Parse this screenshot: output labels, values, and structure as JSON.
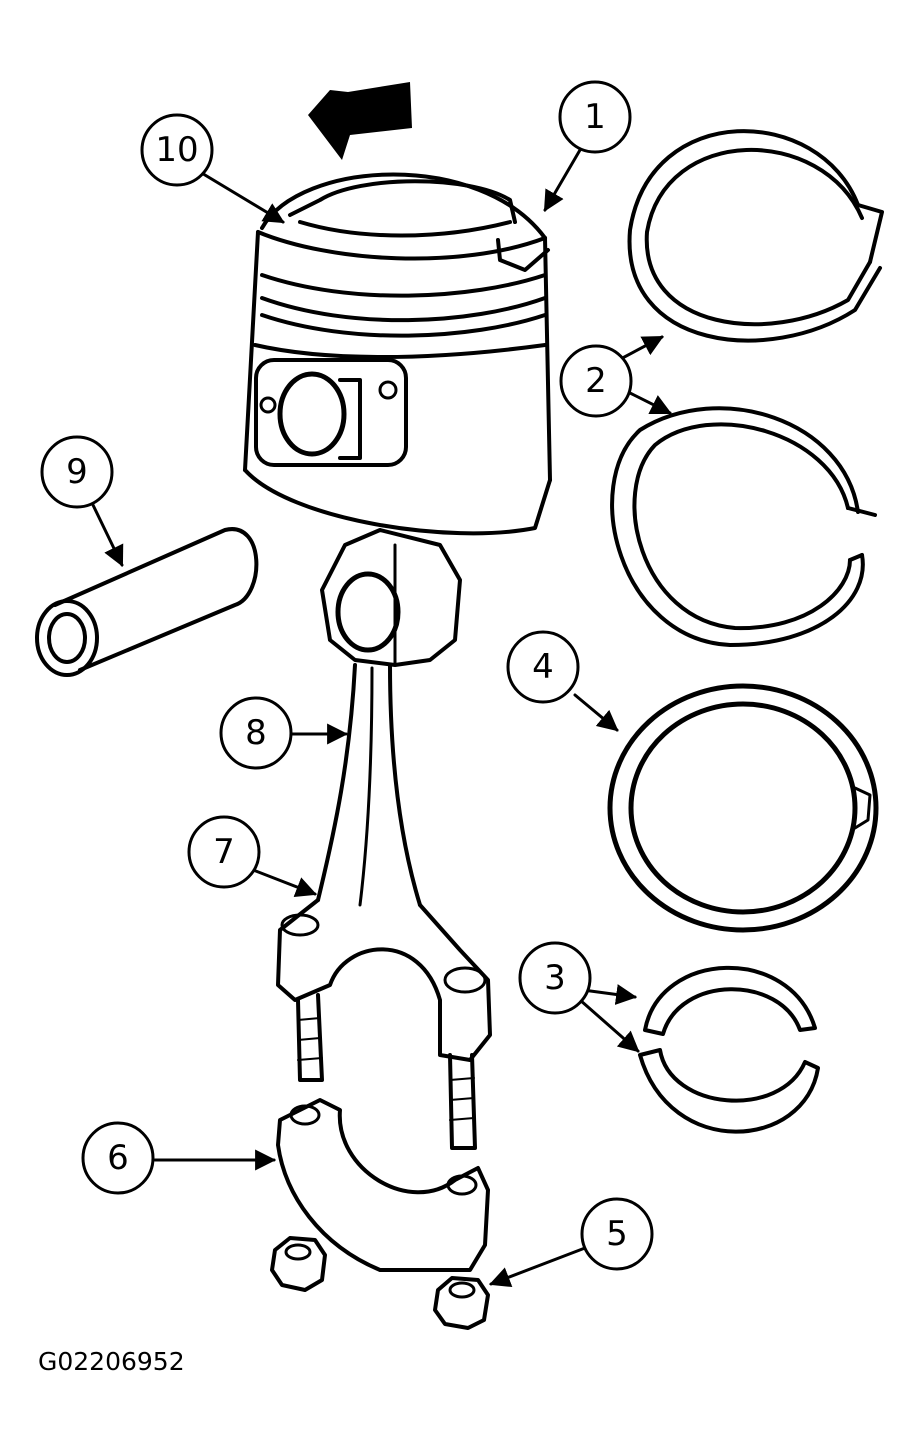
{
  "figure_id": "G02206952",
  "callouts": [
    {
      "label": "1"
    },
    {
      "label": "2"
    },
    {
      "label": "3"
    },
    {
      "label": "4"
    },
    {
      "label": "5"
    },
    {
      "label": "6"
    },
    {
      "label": "7"
    },
    {
      "label": "8"
    },
    {
      "label": "9"
    },
    {
      "label": "10"
    }
  ]
}
